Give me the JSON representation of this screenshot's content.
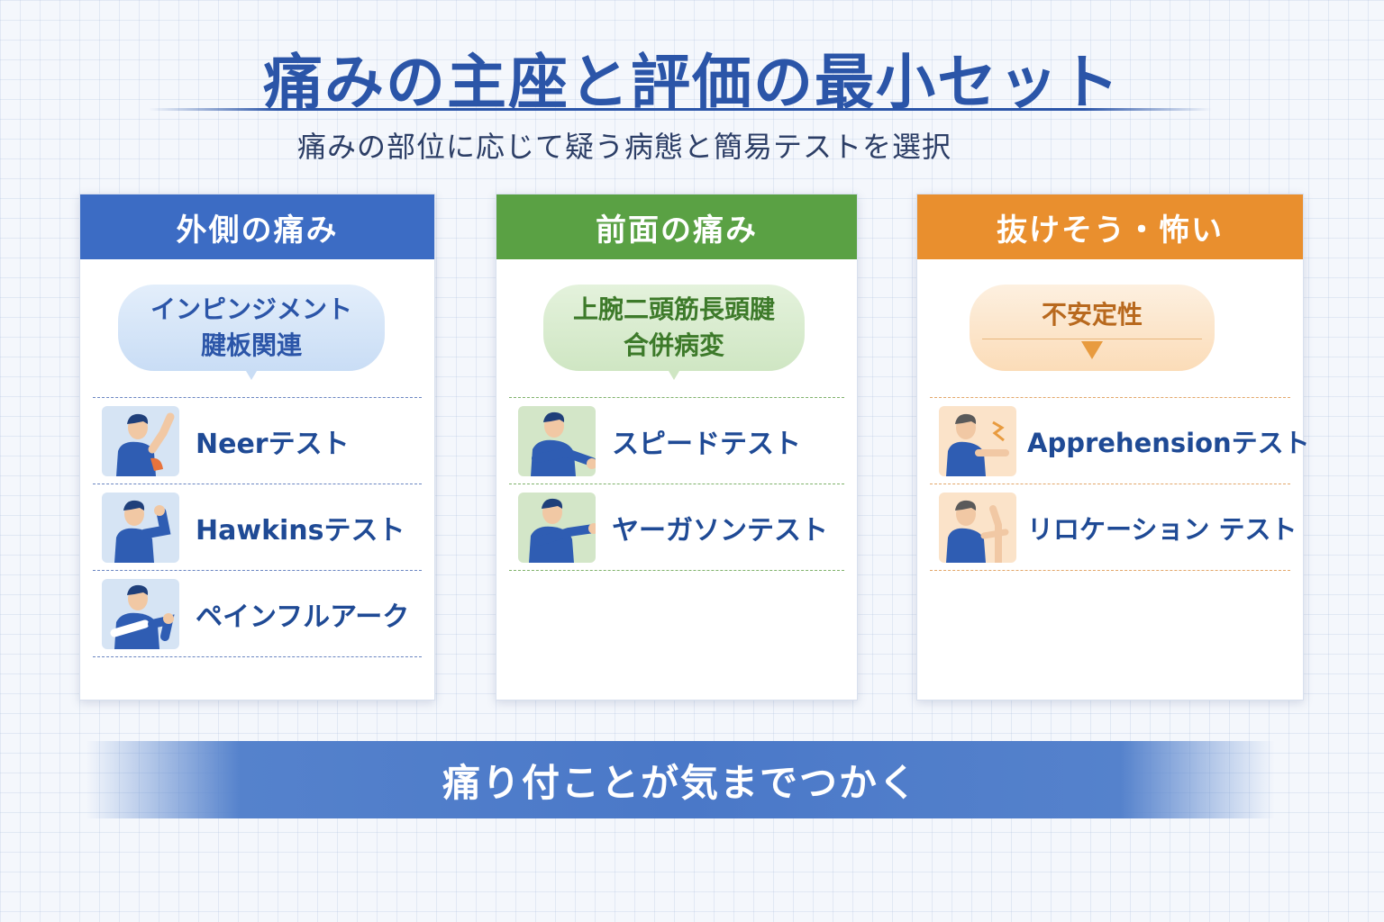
{
  "title": "痛みの主座と評価の最小セット",
  "subtitle": "痛みの部位に応じて疑う病態と簡易テストを選択",
  "colors": {
    "blue": "#3c6cc4",
    "green": "#5aa144",
    "orange": "#e98f2e"
  },
  "cards": [
    {
      "header": "外側の痛み",
      "bubble": [
        "インピンジメント",
        "腱板関連"
      ],
      "tests": [
        {
          "label": "Neerテスト",
          "icon": "arm-raise-icon"
        },
        {
          "label": "Hawkinsテスト",
          "icon": "arm-internal-rotation-icon"
        },
        {
          "label": "ペインフルアーク",
          "icon": "arm-abduction-icon"
        }
      ]
    },
    {
      "header": "前面の痛み",
      "bubble": [
        "上腕二頭筋長頭腱",
        "合併病変"
      ],
      "tests": [
        {
          "label": "スピードテスト",
          "icon": "forward-flexion-resist-icon"
        },
        {
          "label": "ヤーガソンテスト",
          "icon": "supination-resist-icon"
        }
      ]
    },
    {
      "header": "抜けそう・怖い",
      "bubble": [
        "不安定性"
      ],
      "tests": [
        {
          "label": "Apprehensionテスト",
          "icon": "apprehension-icon"
        },
        {
          "label": "リロケーション テスト",
          "icon": "relocation-icon"
        }
      ]
    }
  ],
  "banner": "痛り付ことが気までつかく"
}
